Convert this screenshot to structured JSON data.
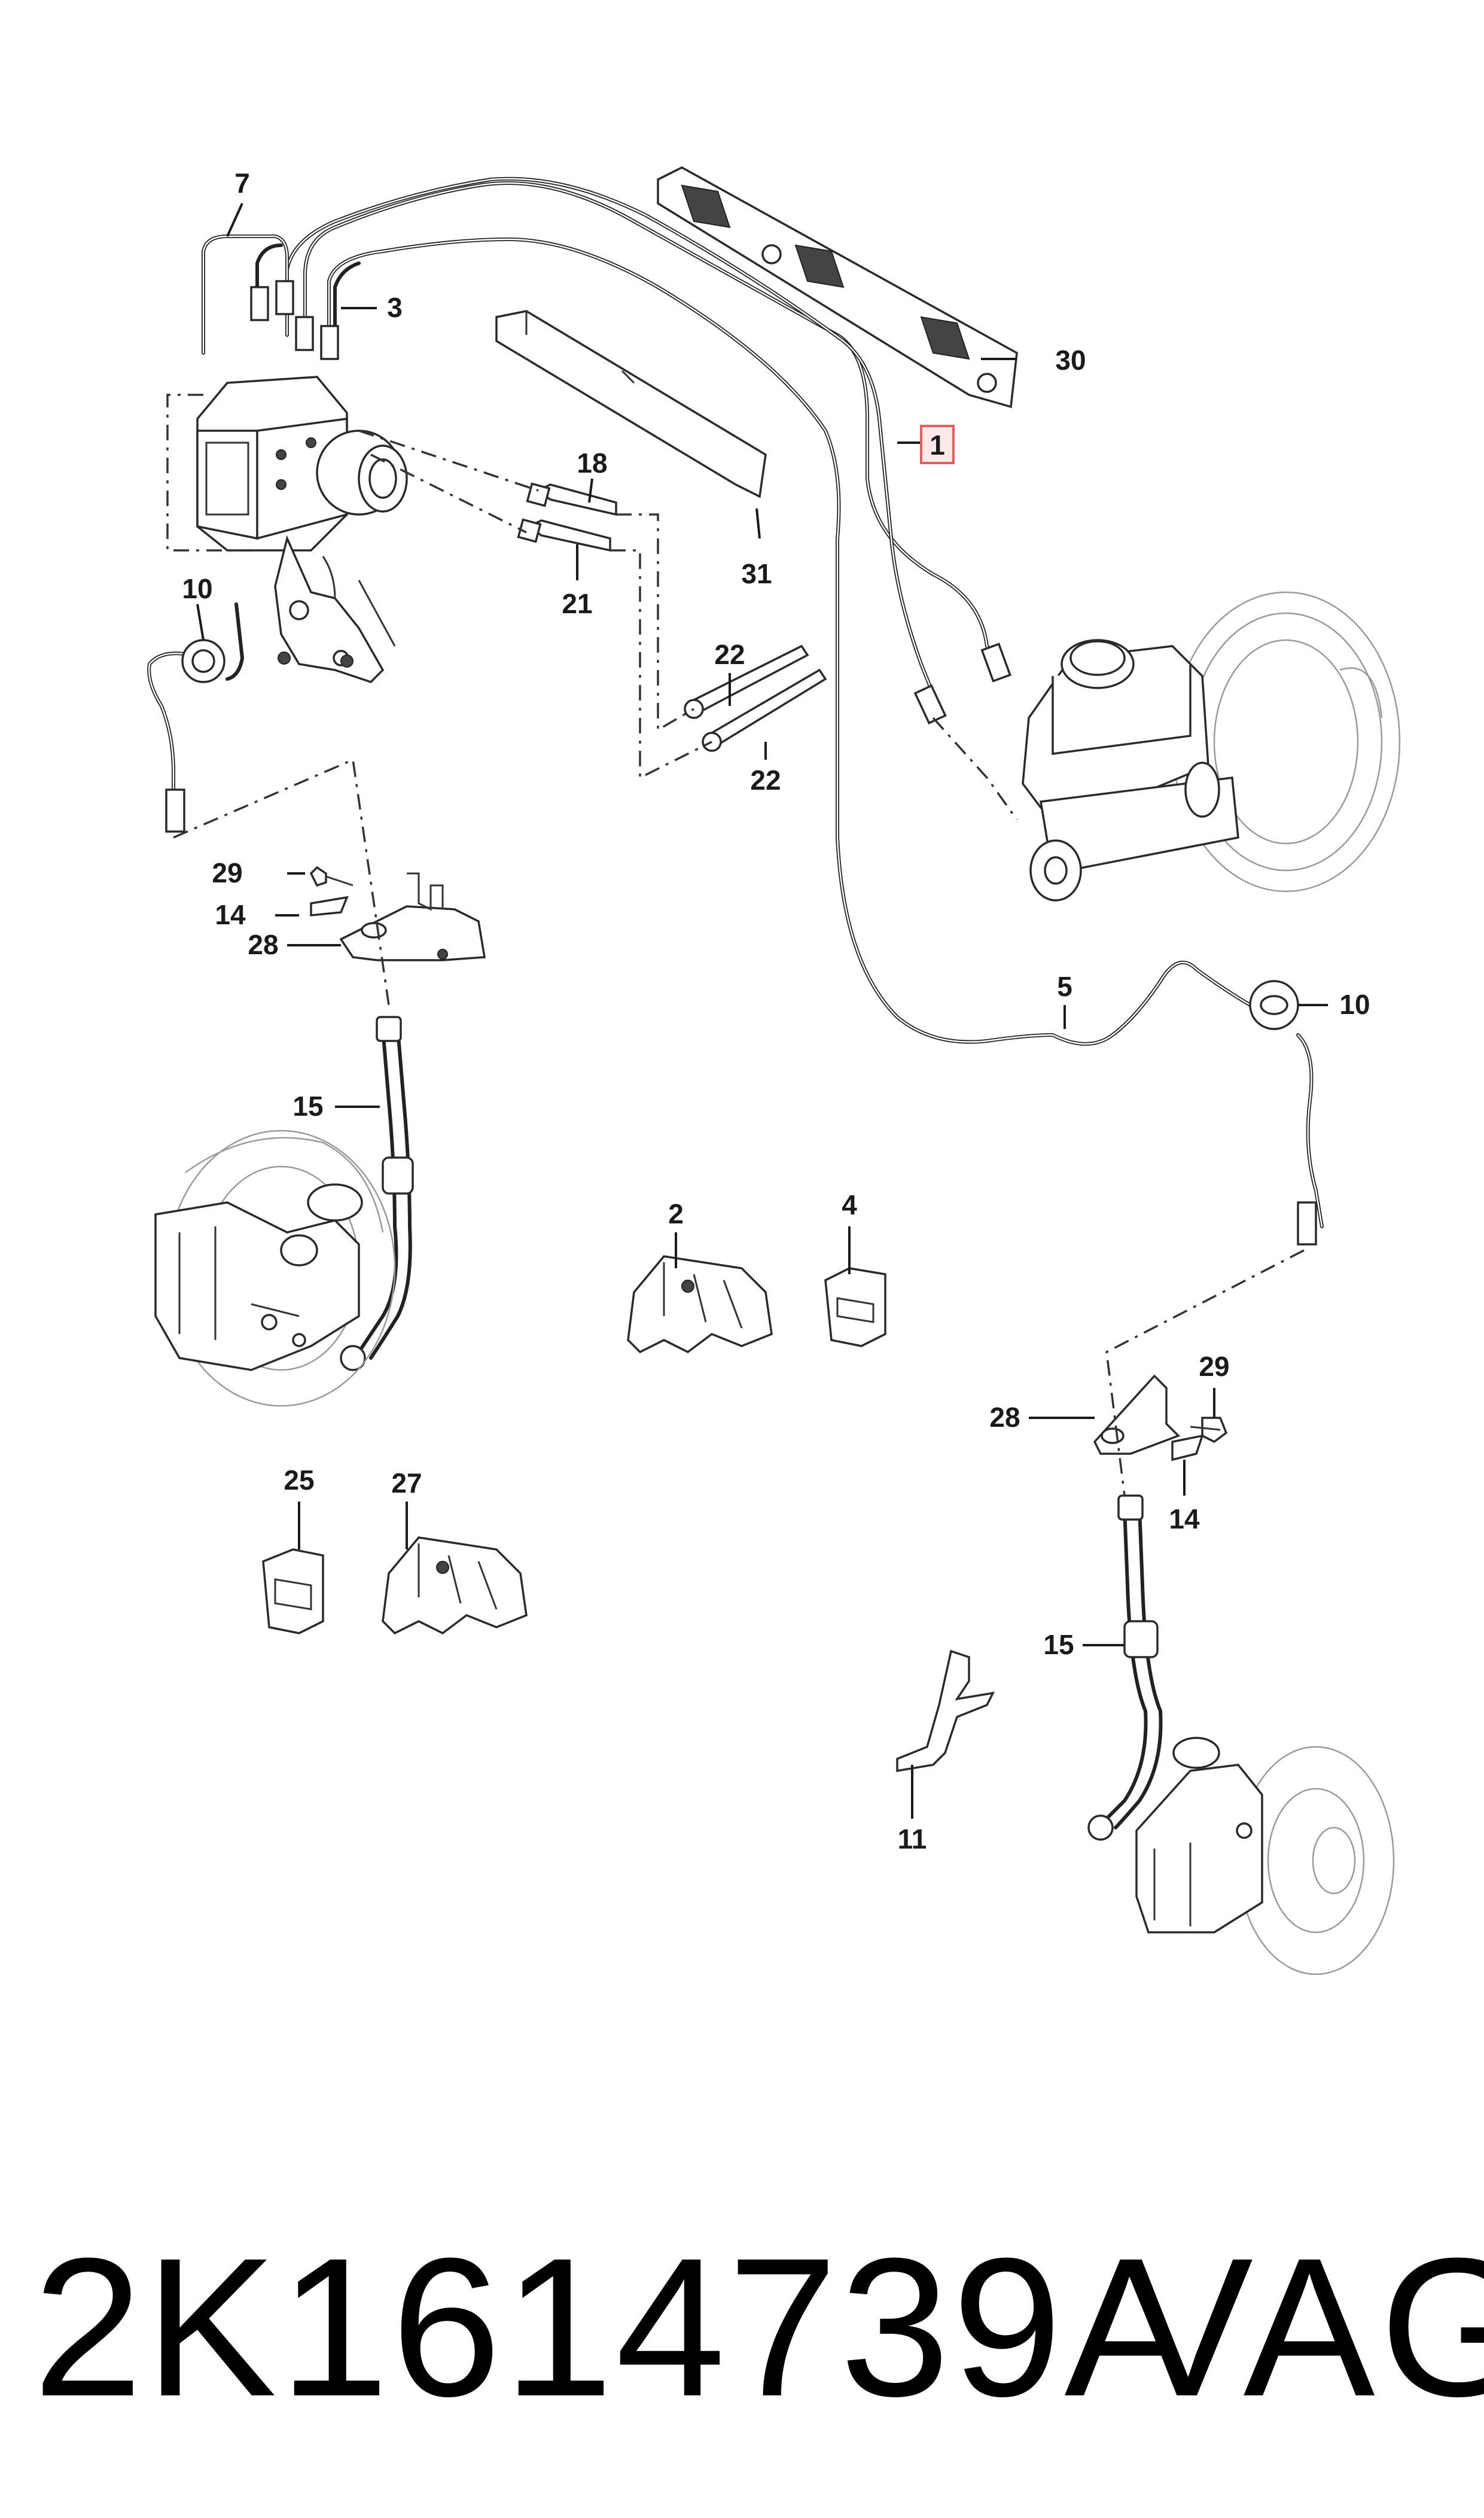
{
  "callouts": [
    {
      "id": "c1",
      "text": "1",
      "highlighted": true
    },
    {
      "id": "c3",
      "text": "3"
    },
    {
      "id": "c7",
      "text": "7"
    },
    {
      "id": "c10a",
      "text": "10"
    },
    {
      "id": "c10b",
      "text": "10"
    },
    {
      "id": "c18",
      "text": "18"
    },
    {
      "id": "c21",
      "text": "21"
    },
    {
      "id": "c22a",
      "text": "22"
    },
    {
      "id": "c22b",
      "text": "22"
    },
    {
      "id": "c30",
      "text": "30"
    },
    {
      "id": "c31",
      "text": "31"
    },
    {
      "id": "c5",
      "text": "5"
    },
    {
      "id": "c29a",
      "text": "29"
    },
    {
      "id": "c14a",
      "text": "14"
    },
    {
      "id": "c28a",
      "text": "28"
    },
    {
      "id": "c15a",
      "text": "15"
    },
    {
      "id": "c2",
      "text": "2"
    },
    {
      "id": "c4",
      "text": "4"
    },
    {
      "id": "c29b",
      "text": "29"
    },
    {
      "id": "c28b",
      "text": "28"
    },
    {
      "id": "c14b",
      "text": "14"
    },
    {
      "id": "c15b",
      "text": "15"
    },
    {
      "id": "c25",
      "text": "25"
    },
    {
      "id": "c27",
      "text": "27"
    },
    {
      "id": "c11",
      "text": "11"
    }
  ],
  "footer": {
    "part_number": "2K1614739A",
    "brand": "VAG"
  },
  "colors": {
    "highlight_border": "#e06060",
    "highlight_fill": "#fde8e8",
    "line": "#1a1a1a"
  }
}
